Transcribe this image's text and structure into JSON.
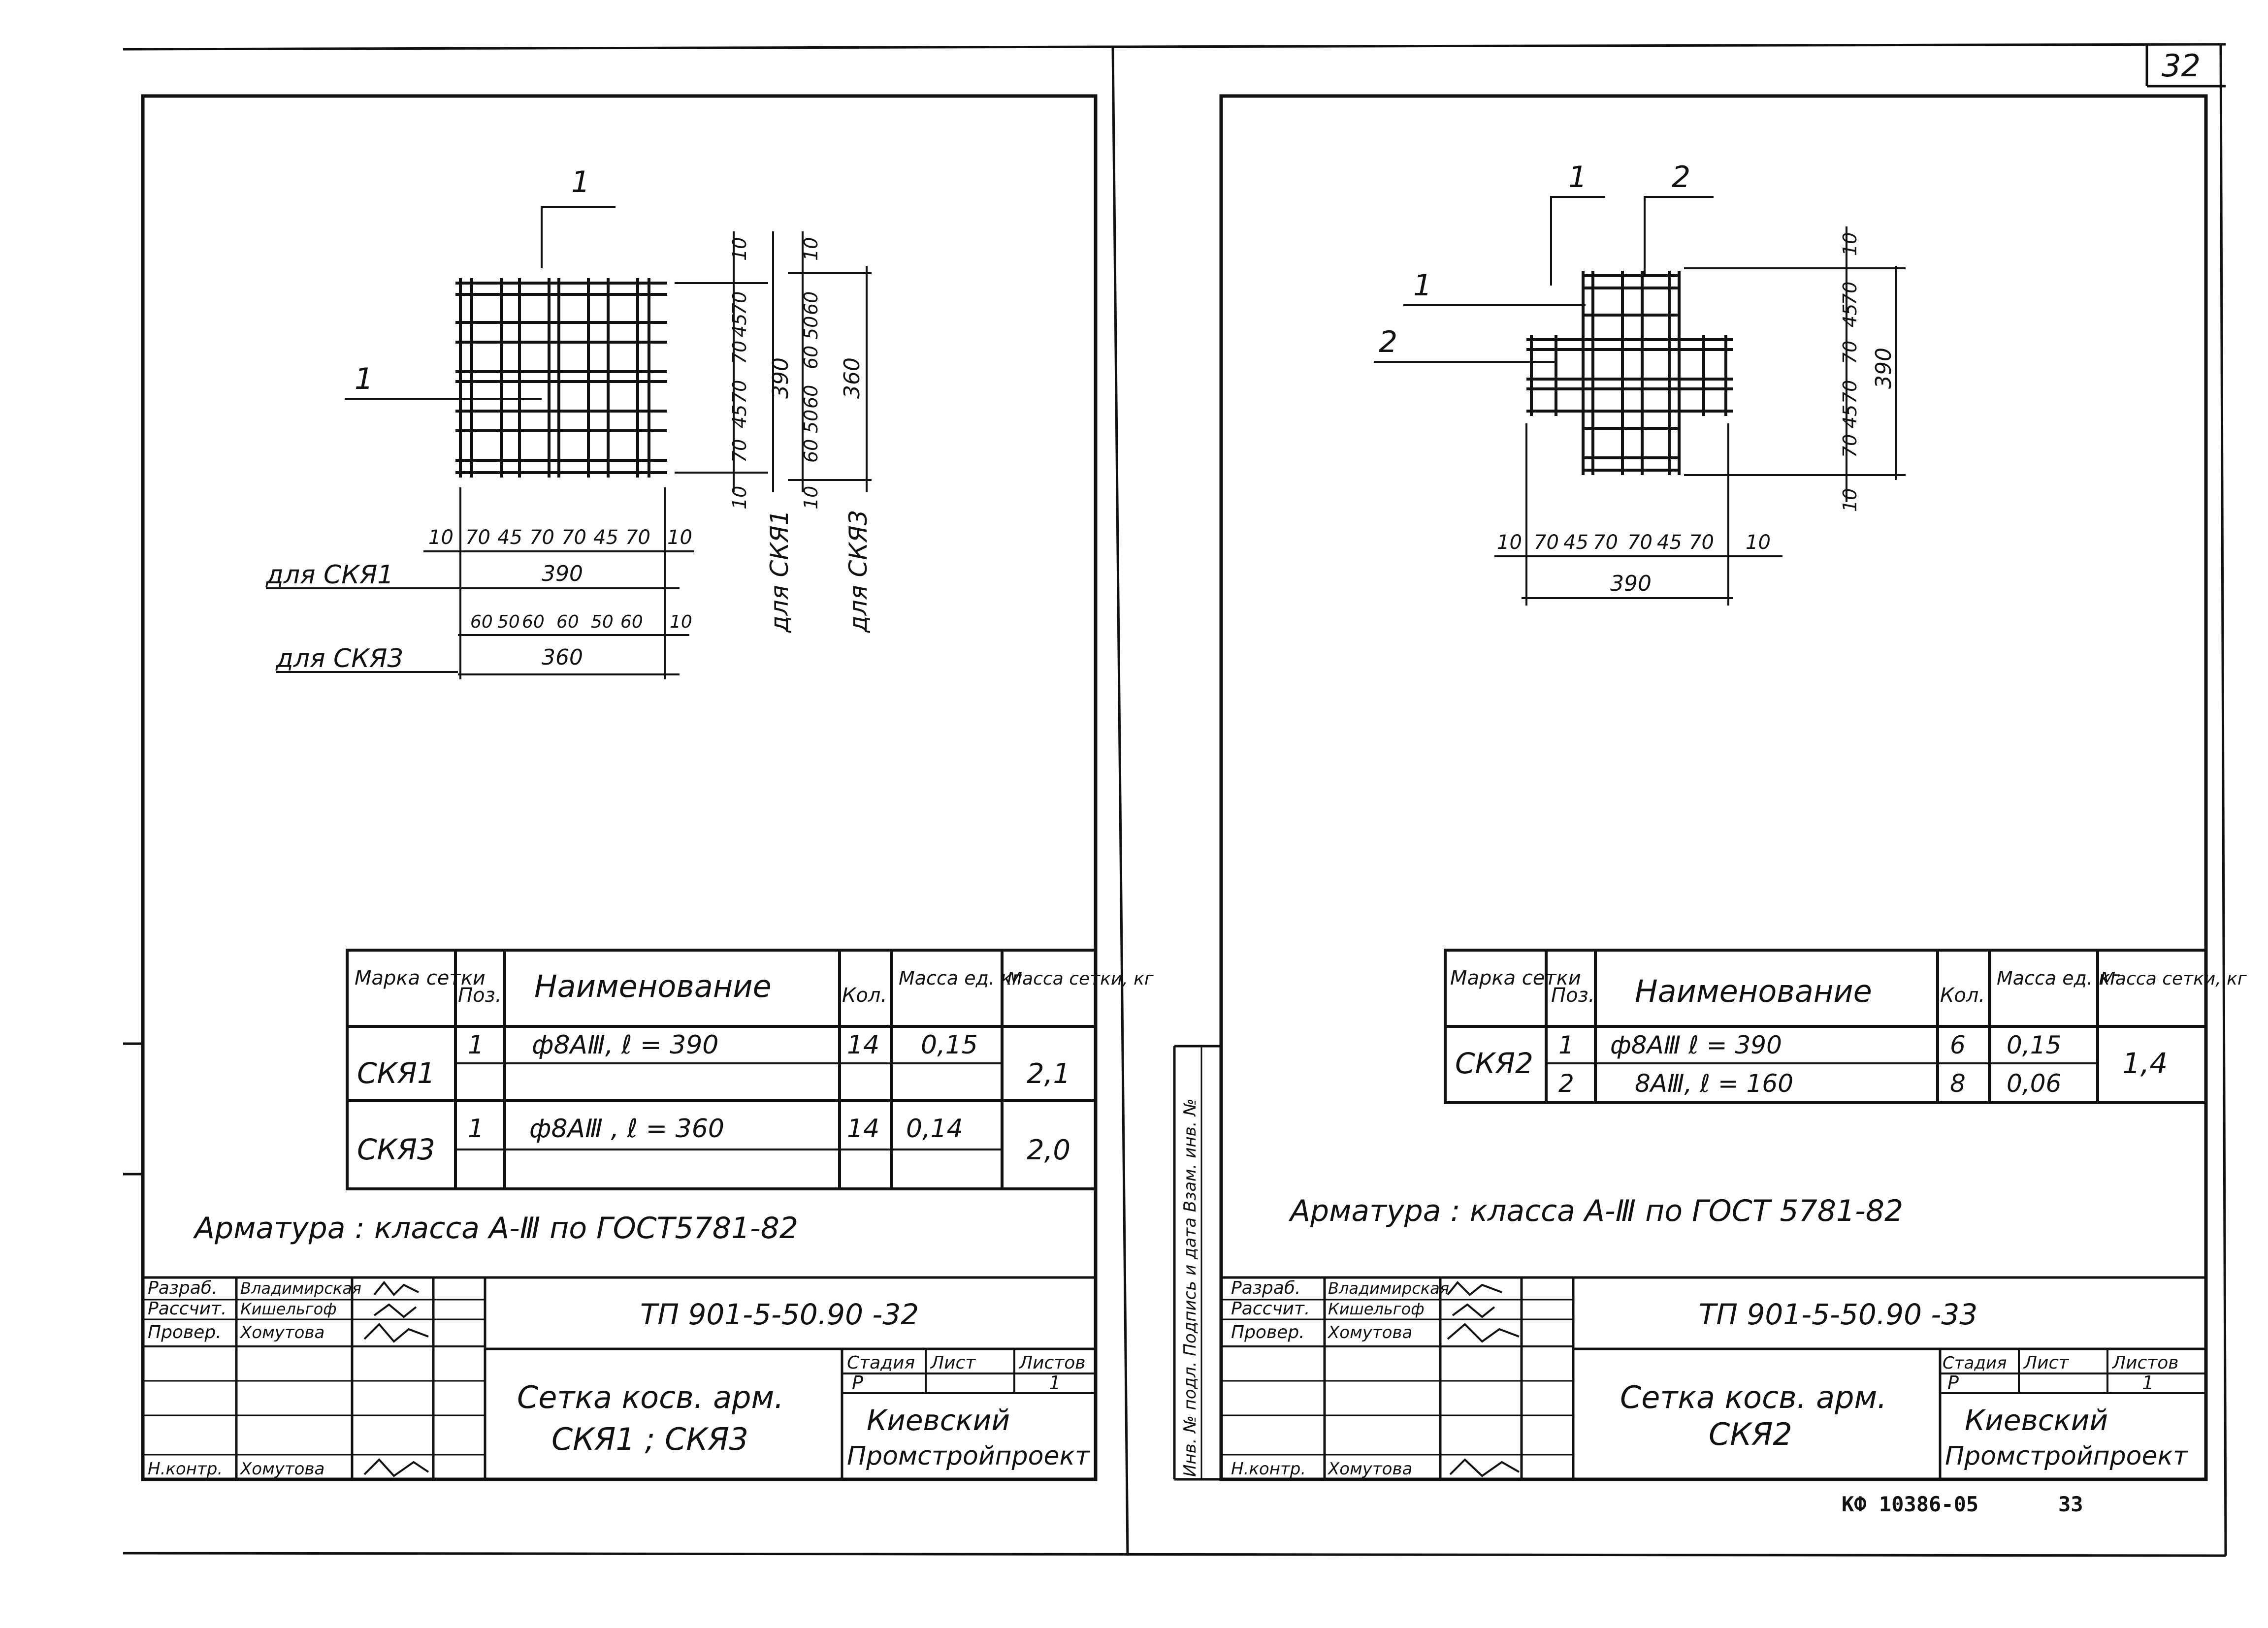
{
  "page_number": "32",
  "footer": {
    "code": "КФ 10386-05",
    "page": "33"
  },
  "left_sheet": {
    "callout_top": "1",
    "callout_left": "1",
    "bottom_dims_ska1": [
      "10",
      "70",
      "45",
      "70",
      "70",
      "45",
      "70",
      "10"
    ],
    "bottom_total_ska1": "390",
    "label_ska1": "для СКЯ1",
    "bottom_dims_ska3": [
      "60",
      "50",
      "60",
      "60",
      "50",
      "60",
      "10"
    ],
    "bottom_total_ska3": "360",
    "label_ska3": "для СКЯ3",
    "right_dims_ska1": [
      "10",
      "70",
      "45",
      "70",
      "70",
      "45",
      "70",
      "10"
    ],
    "right_total_ska1": "390",
    "right_dims_ska3": [
      "10",
      "60",
      "50",
      "60",
      "60",
      "50",
      "60",
      "10"
    ],
    "right_total_ska3": "360",
    "right_label_ska1": "для СКЯ1",
    "right_label_ska3": "для СКЯ3",
    "table": {
      "headers": [
        "Марка сетки",
        "Поз.",
        "Наименование",
        "Кол.",
        "Масса ед. кг",
        "Масса сетки, кг"
      ],
      "rows": [
        {
          "mark": "СКЯ1",
          "pos": "1",
          "name": "ф8АⅢ,   ℓ = 390",
          "qty": "14",
          "unit_mass": "0,15",
          "total_mass": "2,1"
        },
        {
          "mark": "СКЯ3",
          "pos": "1",
          "name": "ф8АⅢ ,  ℓ = 360",
          "qty": "14",
          "unit_mass": "0,14",
          "total_mass": "2,0"
        }
      ]
    },
    "note": "Арматура :  класса  А-Ⅲ  по  ГОСТ5781-82",
    "title_block": {
      "roles": [
        "Разраб.",
        "Рассчит.",
        "Провер.",
        "",
        "",
        "Н.контр."
      ],
      "names": [
        "Владимирская",
        "Кишельгоф",
        "Хомутова",
        "",
        "",
        "Хомутова"
      ],
      "designation": "ТП 901-5-50.90       -32",
      "title_line1": "Сетка  косв. арм.",
      "title_line2": "СКЯ1 ; СКЯ3",
      "stage_label": "Стадия",
      "sheet_label": "Лист",
      "sheets_label": "Листов",
      "stage": "Р",
      "sheets": "1",
      "org_line1": "Киевский",
      "org_line2": "Промстройпроект"
    }
  },
  "right_sheet": {
    "callout_1": "1",
    "callout_2": "2",
    "bottom_dims": [
      "10",
      "70",
      "45",
      "70",
      "70",
      "45",
      "70",
      "10"
    ],
    "bottom_total": "390",
    "right_dims": [
      "10",
      "70",
      "45",
      "70",
      "70",
      "45",
      "70",
      "10"
    ],
    "right_total": "390",
    "side_stamp": "Инв. № подл.   Подпись и дата   Взам. инв. №",
    "table": {
      "headers": [
        "Марка сетки",
        "Поз.",
        "Наименование",
        "Кол.",
        "Масса ед. кг",
        "Масса сетки, кг"
      ],
      "mark": "СКЯ2",
      "total_mass": "1,4",
      "rows": [
        {
          "pos": "1",
          "name": "ф8АⅢ    ℓ = 390",
          "qty": "6",
          "unit_mass": "0,15"
        },
        {
          "pos": "2",
          "name": "8АⅢ,  ℓ = 160",
          "qty": "8",
          "unit_mass": "0,06"
        }
      ]
    },
    "note": "Арматура :  класса    А-Ⅲ   по  ГОСТ 5781-82",
    "title_block": {
      "roles": [
        "Разраб.",
        "Рассчит.",
        "Провер.",
        "",
        "",
        "Н.контр."
      ],
      "names": [
        "Владимирская",
        "Кишельгоф",
        "Хомутова",
        "",
        "",
        "Хомутова"
      ],
      "designation": "ТП 901-5-50.90         -33",
      "title_line1": "Сетка  косв. арм.",
      "title_line2": "СКЯ2",
      "stage_label": "Стадия",
      "sheet_label": "Лист",
      "sheets_label": "Листов",
      "stage": "Р",
      "sheets": "1",
      "org_line1": "Киевский",
      "org_line2": "Промстройпроект"
    }
  }
}
